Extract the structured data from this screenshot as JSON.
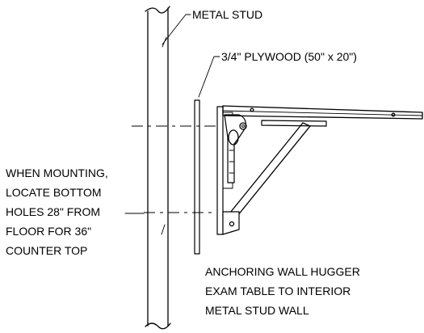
{
  "labels": {
    "metal_stud": "METAL STUD",
    "plywood": "3/4\" PLYWOOD (50\" x 20\")",
    "mounting_note": [
      "WHEN MOUNTING,",
      "LOCATE BOTTOM",
      "HOLES 28\" FROM",
      "FLOOR FOR 36\"",
      "COUNTER TOP"
    ],
    "caption": [
      "ANCHORING WALL HUGGER",
      "EXAM TABLE TO INTERIOR",
      "METAL STUD WALL"
    ]
  }
}
